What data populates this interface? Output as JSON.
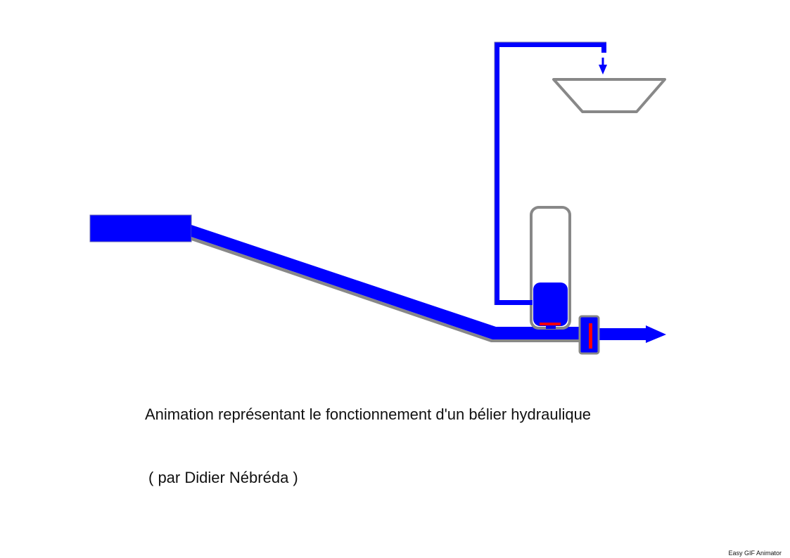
{
  "title": "Animation représentant le fonctionnement d'un bélier hydraulique",
  "author": "( par Didier Nébréda )",
  "watermark": "Easy GIF Animator",
  "colors": {
    "water": "#0000ff",
    "outline": "#888888",
    "valve": "#ff0000"
  }
}
